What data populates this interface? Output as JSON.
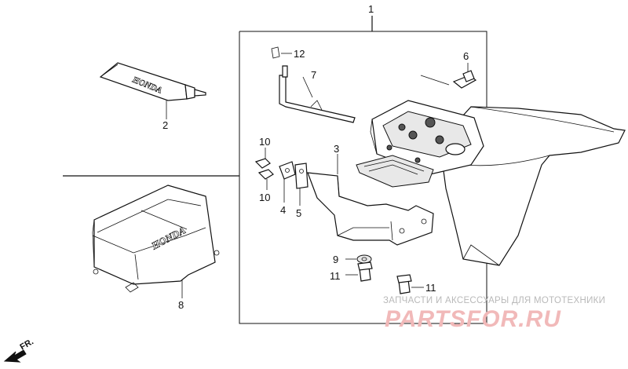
{
  "diagram": {
    "callouts": {
      "c1": "1",
      "c2": "2",
      "c3": "3",
      "c4": "4",
      "c5": "5",
      "c6": "6",
      "c7": "7",
      "c8": "8",
      "c9": "9",
      "c10a": "10",
      "c10b": "10",
      "c11a": "11",
      "c11b": "11",
      "c12": "12"
    },
    "direction_label": "FR.",
    "brand_text_tube": "HONDA",
    "brand_text_cover": "HONDA"
  },
  "watermark": {
    "line1": "ЗАПЧАСТИ И АКСЕССУАРЫ ДЛЯ МОТОТЕХНИКИ",
    "line2": "PARTSFOR.RU"
  }
}
